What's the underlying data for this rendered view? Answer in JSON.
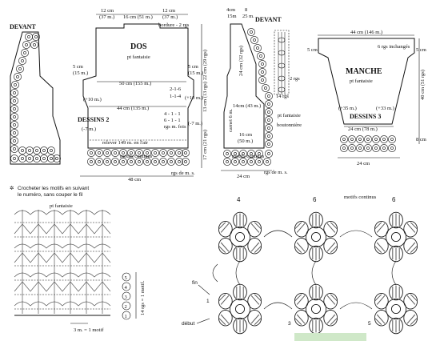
{
  "pieces": {
    "devant_left": {
      "title": "DEVANT"
    },
    "dos": {
      "title": "DOS",
      "subtitle": "pt fantaisie",
      "dessins": "DESSINS 2",
      "top_12a": "12 cm",
      "top_12a_m": "(37 m.)",
      "top_16": "16 cm (51 m.)",
      "top_12b": "12 cm",
      "top_12b_m": "(37 m.)",
      "bordure": "bordure - 2 rgs",
      "left_5": "5 cm",
      "left_5m": "(15 m.)",
      "right_5": "5 cm",
      "right_5m": "(15 m.)",
      "w50": "50 cm (155 m.)",
      "w44": "44 cm (135 m.)",
      "plus10": "(+10 m.)",
      "minus7": "(-7 m.)",
      "plus10b": "(+10 m.)",
      "dec_a": "2-1-6",
      "dec_b": "1-1-4",
      "dec_c": "4 - 1 - 1",
      "dec_d": "6 - 1 - 1",
      "dec_e": "rgs m. fois",
      "dec_f": "(-7 m.)",
      "relever": "relever 149 m. en l'air",
      "motifs": "motifs continus",
      "rgs_ms": "rgs de m. s.",
      "width48": "48 cm",
      "v22": "22 cm (29 rgs)",
      "v13": "13 cm (13 rgs)",
      "v17": "17 cm (21 rgs)"
    },
    "devant_right": {
      "title": "DEVANT",
      "h4": "4cm",
      "h8": "8",
      "h15": "15m",
      "h25": "25 m.",
      "v24": "24 cm (32 rgs)",
      "rgs2": "2 rgs",
      "rgs14": "14 rgs",
      "boutonniere": "boutonnière",
      "pt_fantaisie": "pt fantaisie",
      "cm14": "14cm (43 m.)",
      "cm16": "16 cm",
      "cm16m": "(50 m.)",
      "carnet": "carnet 6 m.",
      "motifs": "motifs continus",
      "rgs_ms": "rgs de m. s.",
      "width24": "24 cm"
    },
    "manche": {
      "title": "MANCHE",
      "subtitle": "pt fantaisie",
      "dessins": "DESSINS 3",
      "top": "44 cm (146 m.)",
      "left5": "5 cm",
      "right5": "5 cm",
      "rgs6": "6 rgs inchangés",
      "plus35": "(+35 m.)",
      "plus33": "(+33 m.)",
      "w24": "24 cm (78 m.)",
      "h40": "40 cm (51 rgs)",
      "h8": "8 cm",
      "width24": "24 cm"
    }
  },
  "stitch_chart": {
    "instruction_1": "Crocheter les motifs en suivant",
    "instruction_2": "le numéro, sans couper le fil",
    "title": "pt fantaisie",
    "rows_label": "14 rgs = 1 motif.",
    "bottom_label": "3 m. = 1 motif",
    "row_numbers": [
      "4",
      "3",
      "2",
      "1"
    ],
    "row_number_5": "5"
  },
  "motif_chart": {
    "title": "motifs continus",
    "n4": "4",
    "n6a": "6",
    "n6b": "6",
    "fin": "fin",
    "debut": "début",
    "n1": "1",
    "n3": "3",
    "n5": "5"
  }
}
